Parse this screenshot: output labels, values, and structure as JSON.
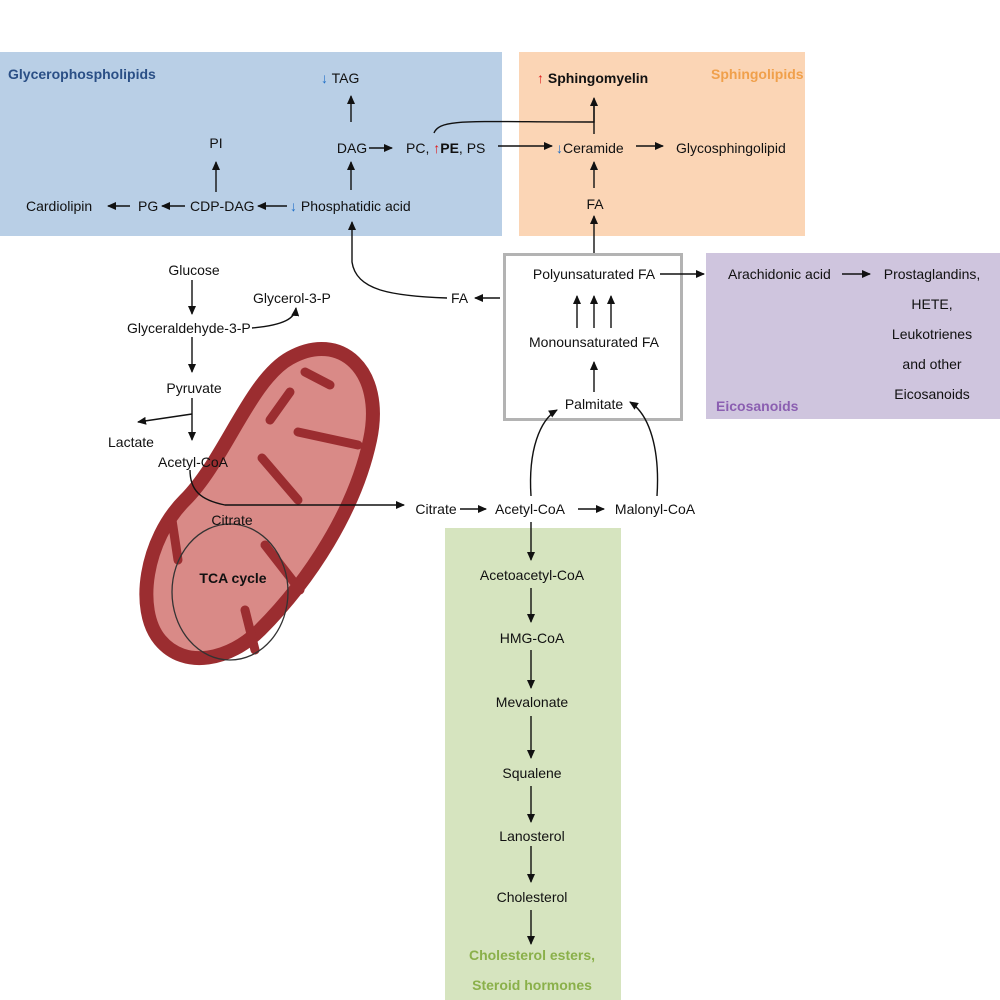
{
  "regions": {
    "glycerophospholipids": {
      "title": "Glycerophospholipids",
      "fill": "#b9cfe6",
      "title_color": "#2a4f86"
    },
    "sphingolipids": {
      "title": "Sphingolipids",
      "fill": "#fbd5b5",
      "title_color": "#f0a04b"
    },
    "eicosanoids": {
      "title": "Eicosanoids",
      "fill": "#cfc5de",
      "title_color": "#8b5fb1"
    },
    "cholesterol": {
      "fill": "#d6e4bf",
      "end_label_1": "Cholesterol esters,",
      "end_label_2": "Steroid hormones",
      "end_color": "#8ab04a"
    }
  },
  "indicators": {
    "up_color": "#e01b1b",
    "down_color": "#1f6fc7",
    "up_symbol": "↑",
    "down_symbol": "↓"
  },
  "nodes": {
    "tag": "TAG",
    "dag": "DAG",
    "pc": "PC,",
    "pe": "PE",
    "ps": ", PS",
    "pi": "PI",
    "cardiolipin": "Cardiolipin",
    "pg": "PG",
    "cdp_dag": "CDP-DAG",
    "phosphatidic_acid": "Phosphatidic acid",
    "sphingomyelin": "Sphingomyelin",
    "ceramide": "Ceramide",
    "glycosphingolipid": "Glycosphingolipid",
    "fa_sphingo": "FA",
    "glucose": "Glucose",
    "glycerol_3p": "Glycerol-3-P",
    "glyceraldehyde_3p": "Glyceraldehyde-3-P",
    "fa_left": "FA",
    "pyruvate": "Pyruvate",
    "lactate": "Lactate",
    "acetyl_coa_mito": "Acetyl-CoA",
    "citrate_mito": "Citrate",
    "tca_cycle": "TCA cycle",
    "polyunsaturated_fa": "Polyunsaturated FA",
    "monounsaturated_fa": "Monounsaturated FA",
    "palmitate": "Palmitate",
    "arachidonic_acid": "Arachidonic acid",
    "eicosanoid_products": [
      "Prostaglandins,",
      "HETE,",
      "Leukotrienes",
      "and other",
      "Eicosanoids"
    ],
    "citrate": "Citrate",
    "acetyl_coa": "Acetyl-CoA",
    "malonyl_coa": "Malonyl-CoA",
    "acetoacetyl_coa": "Acetoacetyl-CoA",
    "hmg_coa": "HMG-CoA",
    "mevalonate": "Mevalonate",
    "squalene": "Squalene",
    "lanosterol": "Lanosterol",
    "cholesterol": "Cholesterol"
  },
  "mitochondrion": {
    "outer": "#9b2d30",
    "inner": "#d98a87"
  }
}
